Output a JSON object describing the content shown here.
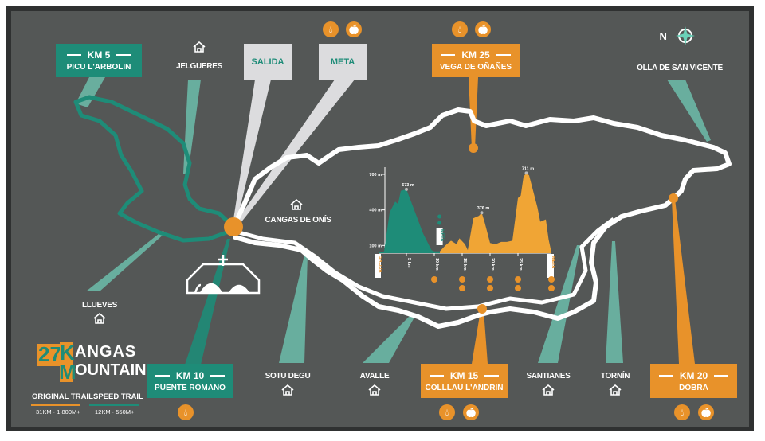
{
  "colors": {
    "teal": "#1e8c78",
    "orange": "#e8922a",
    "beam": "#6bb8a6",
    "panel": "#545756",
    "trail": "#ffffff",
    "grey_box": "#dcdcde"
  },
  "compass": {
    "letter": "N",
    "icon": "compass-rose-icon"
  },
  "checkpoints": [
    {
      "km": "KM 5",
      "name": "PICU L'ARBOLIN",
      "color": "teal",
      "services": []
    },
    {
      "km": "KM 10",
      "name": "PUENTE ROMANO",
      "color": "teal",
      "services": [
        "water-drop-icon"
      ]
    },
    {
      "km": "KM 15",
      "name": "COLLLAU L'ANDRIN",
      "color": "orange",
      "services": [
        "water-drop-icon",
        "apple-icon"
      ]
    },
    {
      "km": "KM 20",
      "name": "DOBRA",
      "color": "orange",
      "services": [
        "water-drop-icon",
        "apple-icon"
      ]
    },
    {
      "km": "KM 25",
      "name": "VEGA DE OÑAÑES",
      "color": "orange",
      "services": [
        "water-drop-icon",
        "apple-icon"
      ]
    }
  ],
  "start": {
    "label": "SALIDA"
  },
  "finish": {
    "label": "META",
    "services": [
      "water-drop-icon",
      "apple-icon"
    ]
  },
  "places": {
    "jelgueres": "JELGUERES",
    "olla": "OLLA DE SAN VICENTE",
    "cangas": "CANGAS DE ONÍS",
    "llueves": "LLUEVES",
    "sotu": "SOTU DEGU",
    "avalle": "AVALLE",
    "santianes": "SANTIANES",
    "tornin": "TORNÍN"
  },
  "logo": {
    "number": "27",
    "k": "K",
    "line1": "ANGAS",
    "m": "M",
    "line2": "OUNTAIN"
  },
  "trails": {
    "original": {
      "label": "ORIGINAL TRAIL",
      "stats": "31KM · 1.800M+"
    },
    "speed": {
      "label": "SPEED TRAIL",
      "stats": "12KM · 550M+"
    }
  },
  "chart_data": {
    "type": "area",
    "title": "Elevation profile",
    "xlabel": "km",
    "ylabel": "m",
    "xlim": [
      0,
      31
    ],
    "ylim": [
      35,
      740
    ],
    "y_ticks": [
      {
        "v": 700,
        "label": "700 m"
      },
      {
        "v": 400,
        "label": "400 m"
      },
      {
        "v": 100,
        "label": "100 m"
      }
    ],
    "x_ticks": [
      {
        "v": 5,
        "label": "5 km"
      },
      {
        "v": 10,
        "label": "10 km"
      },
      {
        "v": 15,
        "label": "15 km"
      },
      {
        "v": 20,
        "label": "20 km"
      },
      {
        "v": 25,
        "label": "25 km"
      }
    ],
    "start_label": "SALIDA",
    "end_label": "META",
    "speed_finish_label": "META",
    "series": [
      {
        "name": "Speed trail",
        "color": "#1e8c78",
        "points": [
          [
            0,
            40
          ],
          [
            1,
            50
          ],
          [
            2,
            380
          ],
          [
            3,
            470
          ],
          [
            3.5,
            450
          ],
          [
            4,
            560
          ],
          [
            5,
            573
          ],
          [
            6,
            450
          ],
          [
            8,
            200
          ],
          [
            9.5,
            60
          ],
          [
            10,
            50
          ],
          [
            11,
            50
          ]
        ]
      },
      {
        "name": "Original trail",
        "color": "#f0a535",
        "points": [
          [
            11,
            50
          ],
          [
            12,
            100
          ],
          [
            13,
            140
          ],
          [
            14,
            110
          ],
          [
            14.5,
            160
          ],
          [
            15.5,
            110
          ],
          [
            16,
            60
          ],
          [
            17,
            330
          ],
          [
            18,
            350
          ],
          [
            18.5,
            376
          ],
          [
            19,
            300
          ],
          [
            20,
            120
          ],
          [
            21,
            110
          ],
          [
            22,
            130
          ],
          [
            23,
            130
          ],
          [
            24,
            140
          ],
          [
            25,
            500
          ],
          [
            25.5,
            520
          ],
          [
            26,
            680
          ],
          [
            26.5,
            711
          ],
          [
            27,
            690
          ],
          [
            28.5,
            420
          ],
          [
            29,
            300
          ],
          [
            30,
            320
          ],
          [
            30.5,
            150
          ],
          [
            31,
            40
          ]
        ]
      }
    ],
    "peaks": [
      {
        "km": 5,
        "m": 573,
        "label": "573 m"
      },
      {
        "km": 18.5,
        "m": 376,
        "label": "376 m"
      },
      {
        "km": 26.5,
        "m": 711,
        "label": "711 m"
      }
    ],
    "aid_stations": [
      {
        "km": 10,
        "services": [
          "water"
        ]
      },
      {
        "km": 15,
        "services": [
          "water",
          "food"
        ]
      },
      {
        "km": 20,
        "services": [
          "water",
          "food"
        ]
      },
      {
        "km": 25,
        "services": [
          "water",
          "food"
        ]
      },
      {
        "km": 31,
        "services": [
          "water",
          "food"
        ]
      }
    ]
  }
}
